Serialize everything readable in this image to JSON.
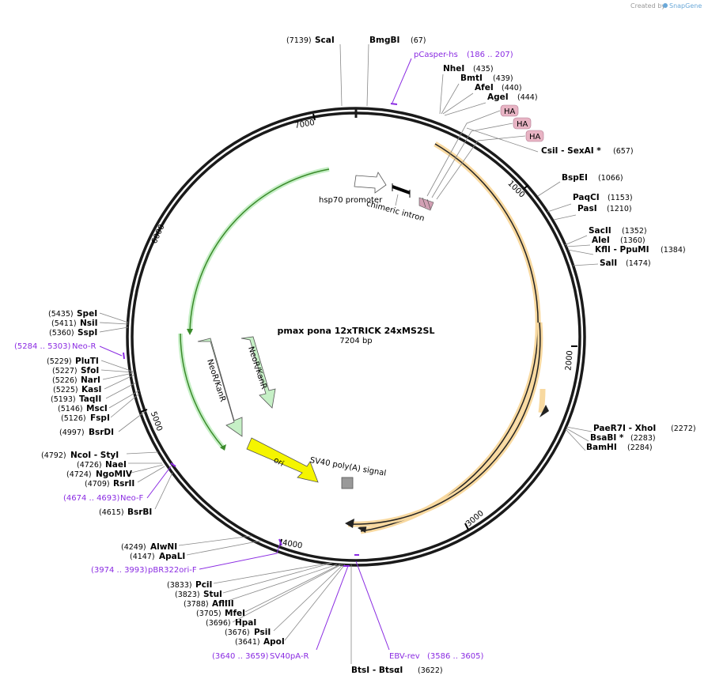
{
  "watermark": {
    "prefix": "Created by",
    "brand": "SnapGene"
  },
  "plasmid": {
    "name": "pmax pona 12xTRICK 24xMS2SL",
    "length": "7204 bp"
  },
  "ticks": [
    "1000",
    "2000",
    "3000",
    "4000",
    "5000",
    "6000",
    "7000"
  ],
  "features": {
    "hsp70": "hsp70 promoter",
    "chimeric": "chimeric intron",
    "neor1": "NeoR/KanR",
    "neor2": "NeoR/KanR",
    "ori": "ori",
    "sv40": "SV40 poly(A) signal",
    "ha": [
      "HA",
      "HA",
      "HA"
    ]
  },
  "sites": [
    {
      "pos": "(7139)",
      "name": "ScaI",
      "order": "pos-first"
    },
    {
      "name": "BmgBI",
      "pos": "(67)"
    },
    {
      "name": "NheI",
      "pos": "(435)"
    },
    {
      "name": "BmtI",
      "pos": "(439)"
    },
    {
      "name": "AfeI",
      "pos": "(440)"
    },
    {
      "name": "AgeI",
      "pos": "(444)"
    },
    {
      "name": "CsiI  - SexAI *",
      "pos": "(657)"
    },
    {
      "name": "BspEI",
      "pos": "(1066)"
    },
    {
      "name": "PaqCI",
      "pos": "(1153)"
    },
    {
      "name": "PasI",
      "pos": "(1210)"
    },
    {
      "name": "SacII",
      "pos": "(1352)"
    },
    {
      "name": "AleI",
      "pos": "(1360)"
    },
    {
      "name": "KflI  - PpuMI",
      "pos": "(1384)"
    },
    {
      "name": "SalI",
      "pos": "(1474)"
    },
    {
      "name": "PaeR7I  - XhoI",
      "pos": "(2272)"
    },
    {
      "name": "BsaBI *",
      "pos": "(2283)"
    },
    {
      "name": "BamHI",
      "pos": "(2284)"
    },
    {
      "name": "BtsI  - BtsαI",
      "pos": "(3622)"
    },
    {
      "pos": "(3641)",
      "name": "ApoI"
    },
    {
      "pos": "(3676)",
      "name": "PsiI"
    },
    {
      "pos": "(3696)",
      "name": "HpaI"
    },
    {
      "pos": "(3705)",
      "name": "MfeI"
    },
    {
      "pos": "(3788)",
      "name": "AflIII"
    },
    {
      "pos": "(3823)",
      "name": "StuI"
    },
    {
      "pos": "(3833)",
      "name": "PciI"
    },
    {
      "pos": "(4147)",
      "name": "ApaLI"
    },
    {
      "pos": "(4249)",
      "name": "AlwNI"
    },
    {
      "pos": "(4615)",
      "name": "BsrBI"
    },
    {
      "pos": "(4709)",
      "name": "RsrII"
    },
    {
      "pos": "(4724)",
      "name": "NgoMIV"
    },
    {
      "pos": "(4726)",
      "name": "NaeI"
    },
    {
      "pos": "(4792)",
      "name": "NcoI  - StyI"
    },
    {
      "pos": "(4997)",
      "name": "BsrDI"
    },
    {
      "pos": "(5126)",
      "name": "FspI"
    },
    {
      "pos": "(5146)",
      "name": "MscI"
    },
    {
      "pos": "(5193)",
      "name": "TaqII"
    },
    {
      "pos": "(5225)",
      "name": "KasI"
    },
    {
      "pos": "(5226)",
      "name": "NarI"
    },
    {
      "pos": "(5227)",
      "name": "SfoI"
    },
    {
      "pos": "(5229)",
      "name": "PluTI"
    },
    {
      "pos": "(5360)",
      "name": "SspI"
    },
    {
      "pos": "(5411)",
      "name": "NsiI"
    },
    {
      "pos": "(5435)",
      "name": "SpeI"
    }
  ],
  "primers": [
    {
      "name": "pCasper-hs",
      "pos": "(186 .. 207)"
    },
    {
      "pos": "(5284 .. 5303)",
      "name": "Neo-R"
    },
    {
      "pos": "(4674 .. 4693)",
      "name": "Neo-F"
    },
    {
      "pos": "(3974 .. 3993)",
      "name": "pBR322ori-F"
    },
    {
      "pos": "(3640 .. 3659)",
      "name": "SV40pA-R"
    },
    {
      "name": "EBV-rev",
      "pos": "(3586 .. 3605)"
    }
  ],
  "colors": {
    "backbone": "#1a1a1a",
    "orange": "#f0a030",
    "green": "#7ed07e",
    "ori": "#f5f500",
    "primer": "#8a2be2",
    "ha": "#e8b4c4"
  }
}
